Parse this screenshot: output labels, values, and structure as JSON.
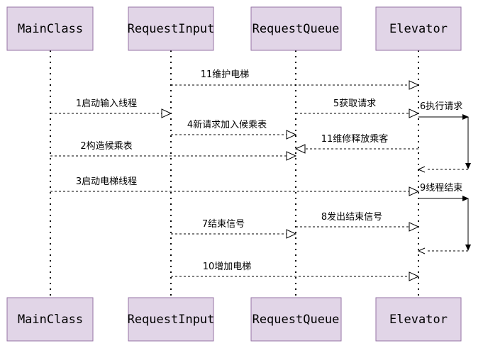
{
  "participants": {
    "main_class": "MainClass",
    "request_input": "RequestInput",
    "request_queue": "RequestQueue",
    "elevator": "Elevator"
  },
  "messages": {
    "m11_maintain_elevator": "11维护电梯",
    "m1_start_input_thread": "1启动输入线程",
    "m5_fetch_request": "5获取请求",
    "m6_execute_request": "6执行请求",
    "m4_add_new_request": "4新请求加入候乘表",
    "m11_release_passengers": "11维修释放乘客",
    "m2_build_waiting_table": "2构造候乘表",
    "m3_start_elevator_thread": "3启动电梯线程",
    "m9_thread_end": "9线程结束",
    "m7_end_signal": "7结束信号",
    "m8_emit_end_signal": "8发出结束信号",
    "m10_add_elevator": "10增加电梯"
  }
}
